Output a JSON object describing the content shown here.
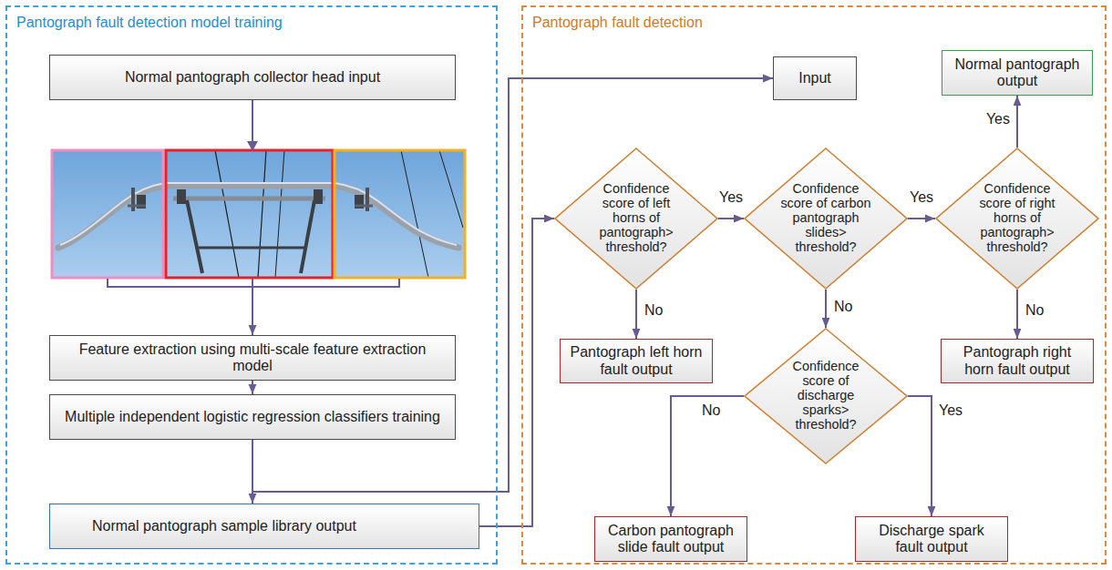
{
  "diagram": {
    "nodes": [
      {
        "text": [
          "Pantograph fault detection model training"
        ]
      },
      {
        "text": [
          "Normal pantograph collector head input"
        ],
        "in": 0
      },
      {
        "text": [
          "Feature extraction using multi-scale feature extraction model"
        ],
        "in": 0
      },
      {
        "text": [
          "Multiple independent logistic regression classifiers training"
        ],
        "in": 0
      },
      {
        "text": [
          "Normal pantograph sample library output"
        ],
        "in": 0
      },
      {
        "text": [
          "Pantograph fault detection"
        ]
      },
      {
        "text": [
          "Input"
        ],
        "in": 5
      },
      {
        "text": [
          "Normal pantograph output"
        ],
        "in": 5
      },
      {
        "text": [
          "Confidence score of left horns of pantograph> threshold?"
        ],
        "in": 5
      },
      {
        "text": [
          "Confidence score of carbon pantograph slides> threshold?"
        ],
        "in": 5
      },
      {
        "text": [
          "Confidence score of right horns of pantograph> threshold?"
        ],
        "in": 5
      },
      {
        "text": [
          "Pantograph left horn fault output"
        ],
        "in": 5
      },
      {
        "text": [
          "Confidence score of discharge sparks> threshold?"
        ],
        "in": 5
      },
      {
        "text": [
          "Pantograph right horn fault output"
        ],
        "in": 5
      },
      {
        "text": [
          "Carbon pantograph slide fault output"
        ],
        "in": 5
      },
      {
        "text": [
          "Discharge spark fault output"
        ],
        "in": 5
      }
    ],
    "edges": [
      {
        "from": 1,
        "to": 2,
        "arrow": "to"
      },
      {
        "from": 2,
        "to": 3,
        "arrow": "to"
      },
      {
        "from": 3,
        "to": 4,
        "arrow": "to"
      },
      {
        "from": 3,
        "to": 6,
        "arrow": "to"
      },
      {
        "from": 4,
        "to": 8,
        "arrow": "to"
      },
      {
        "from": 8,
        "to": 9,
        "label": "Yes",
        "arrow": "to"
      },
      {
        "from": 9,
        "to": 10,
        "label": "Yes",
        "arrow": "to"
      },
      {
        "from": 10,
        "to": 7,
        "label": "Yes",
        "arrow": "to"
      },
      {
        "from": 8,
        "to": 11,
        "label": "No",
        "arrow": "to"
      },
      {
        "from": 9,
        "to": 12,
        "label": "No",
        "arrow": "to"
      },
      {
        "from": 10,
        "to": 13,
        "label": "No",
        "arrow": "to"
      },
      {
        "from": 12,
        "to": 14,
        "label": "No",
        "arrow": "to"
      },
      {
        "from": 12,
        "to": 15,
        "label": "Yes",
        "arrow": "to"
      }
    ]
  }
}
